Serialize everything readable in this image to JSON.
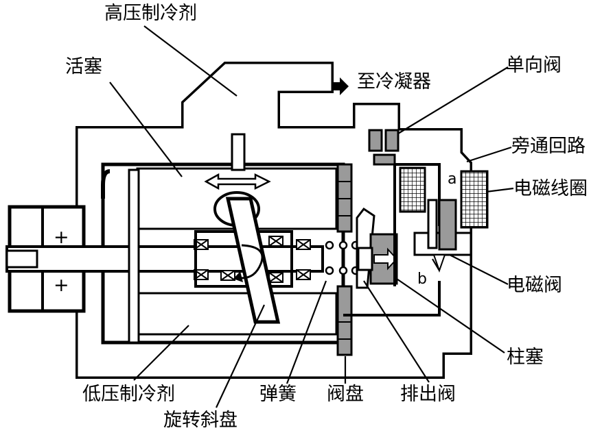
{
  "labels": {
    "high_pressure": "高压制冷剂",
    "piston": "活塞",
    "to_condenser": "至冷凝器",
    "check_valve": "单向阀",
    "bypass": "旁通回路",
    "coil": "电磁线圈",
    "solenoid_valve": "电磁阀",
    "plunger": "柱塞",
    "low_pressure": "低压制冷剂",
    "swash_plate": "旋转斜盘",
    "spring": "弹簧",
    "valve_plate": "阀盘",
    "discharge_valve": "排出阀",
    "point_a": "a",
    "point_b": "b",
    "plus_top": "+",
    "plus_bottom": "+"
  }
}
